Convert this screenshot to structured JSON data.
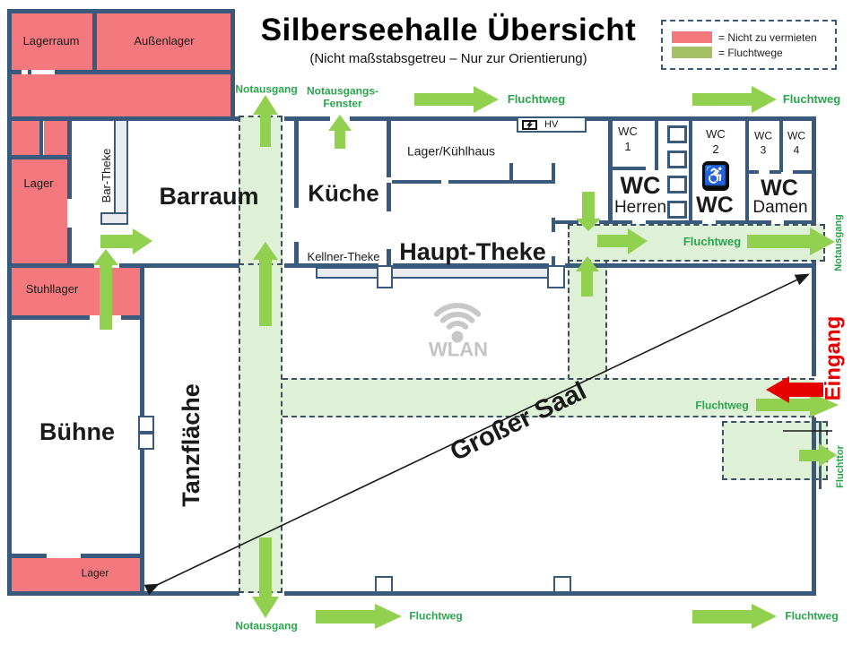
{
  "title": {
    "main": "Silberseehalle Übersicht",
    "subtitle": "(Nicht maßstabsgetreu – Nur zur Orientierung)"
  },
  "legend": {
    "red_label": "= Nicht zu vermieten",
    "green_label": "= Fluchtwege"
  },
  "rooms": {
    "lagerraum": "Lagerraum",
    "aussenlager": "Außenlager",
    "lager": "Lager",
    "bar_theke": "Bar-Theke",
    "barraum": "Barraum",
    "kueche": "Küche",
    "lager_kuehlhaus": "Lager/Kühlhaus",
    "hv": "HV",
    "kellner_theke": "Kellner-Theke",
    "haupt_theke": "Haupt-Theke",
    "stuhllager": "Stuhllager",
    "buehne": "Bühne",
    "tanzflaeche": "Tanzfläche",
    "grosser_saal": "Großer Saal",
    "lager_bottom": "Lager",
    "wlan": "WLAN",
    "wc": "WC",
    "wc1": "1",
    "wc2": "2",
    "wc3": "3",
    "wc4": "4",
    "herren": "Herren",
    "damen": "Damen",
    "accessible_icon": "♿"
  },
  "routes": {
    "notausgang": "Notausgang",
    "notausgangs_fenster_line1": "Notausgangs-",
    "notausgangs_fenster_line2": "Fenster",
    "fluchtweg": "Fluchtweg",
    "eingang": "Eingang",
    "fluchttor": "Fluchttor"
  },
  "colors": {
    "wall": "#3a5a7d",
    "not_rentable_fill": "#f4797e",
    "escape_route_fill": "#def0d6",
    "arrow_green": "#92d050",
    "route_text_green": "#2aa44d",
    "entrance_red": "#e60000",
    "legend_green": "#a3c063"
  }
}
